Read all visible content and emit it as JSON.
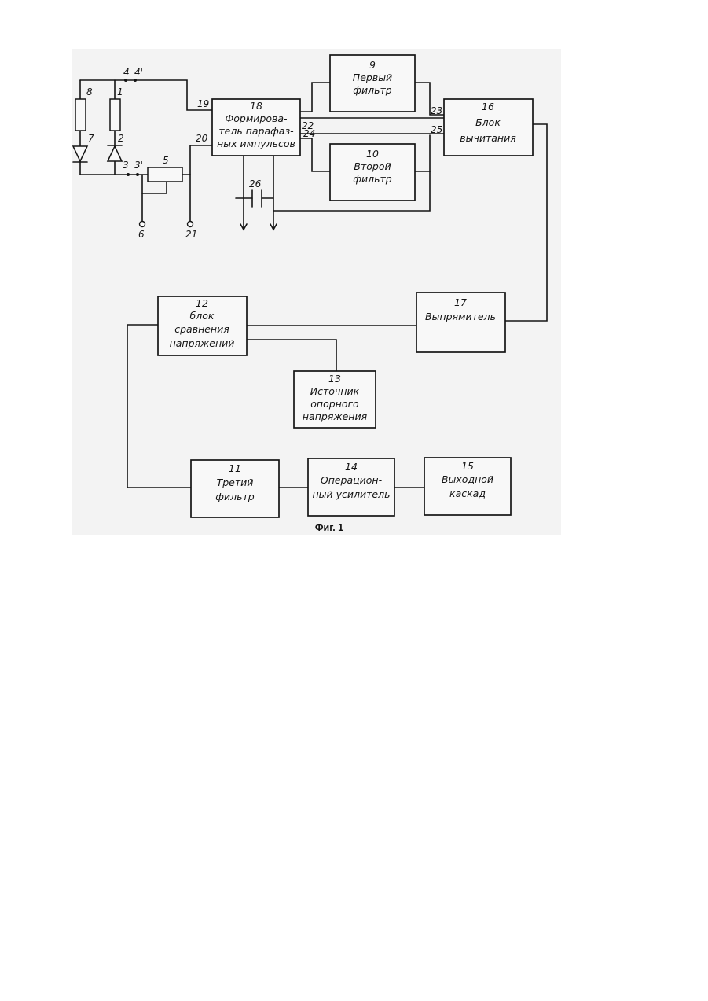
{
  "blocks": {
    "b9": {
      "number": "9",
      "lines": [
        "Первый",
        "фильтр"
      ]
    },
    "b10": {
      "number": "10",
      "lines": [
        "Второй",
        "фильтр"
      ]
    },
    "b18": {
      "number": "18",
      "lines": [
        "Формирова-",
        "тель парафаз-",
        "ных импульсов"
      ]
    },
    "b16": {
      "number": "16",
      "lines": [
        "Блок",
        "вычитания"
      ]
    },
    "b17": {
      "number": "17",
      "lines": [
        "Выпрямитель"
      ]
    },
    "b12": {
      "number": "12",
      "lines": [
        "блок",
        "сравнения",
        "напряжений"
      ]
    },
    "b13": {
      "number": "13",
      "lines": [
        "Источник",
        "опорного",
        "напряжения"
      ]
    },
    "b11": {
      "number": "11",
      "lines": [
        "Третий",
        "фильтр"
      ]
    },
    "b14": {
      "number": "14",
      "lines": [
        "Операцион-",
        "ный усилитель"
      ]
    },
    "b15": {
      "number": "15",
      "lines": [
        "Выходной",
        "каскад"
      ]
    }
  },
  "labels": {
    "n1": "1",
    "n2": "2",
    "n3": "3",
    "n3p": "3'",
    "n4": "4",
    "n4p": "4'",
    "n5": "5",
    "n6": "6",
    "n7": "7",
    "n8": "8",
    "n19": "19",
    "n20": "20",
    "n21": "21",
    "n22": "22",
    "n23": "23",
    "n24": "24",
    "n25": "25",
    "n26": "26"
  },
  "caption": "Фиг. 1"
}
